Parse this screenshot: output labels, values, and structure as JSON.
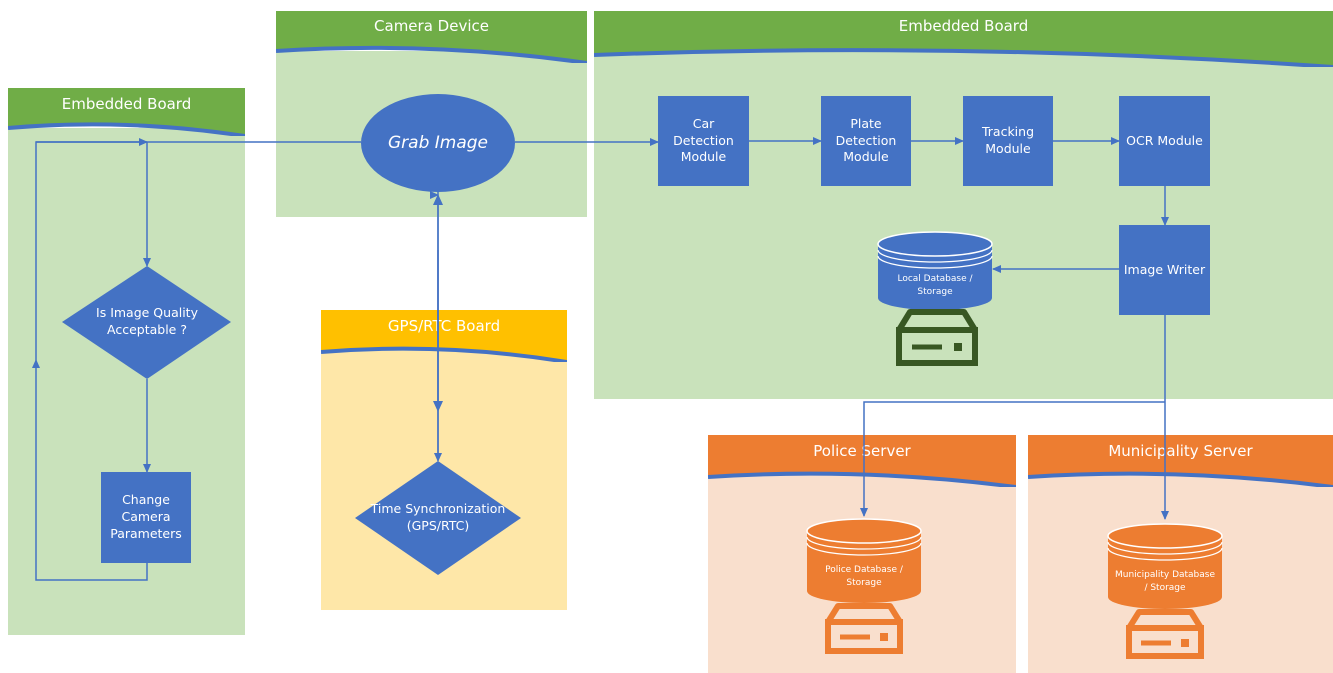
{
  "lanes": {
    "left_board": "Embedded Board",
    "camera": "Camera Device",
    "gps": "GPS/RTC Board",
    "main_board": "Embedded Board",
    "police": "Police Server",
    "municipality": "Municipality Server"
  },
  "nodes": {
    "grab_image": "Grab Image",
    "quality_check": "Is Image Quality Acceptable ?",
    "change_params": "Change Camera Parameters",
    "time_sync": "Time Synchronization (GPS/RTC)",
    "car_detection": "Car Detection Module",
    "plate_detection": "Plate Detection Module",
    "tracking": "Tracking Module",
    "ocr": "OCR Module",
    "image_writer": "Image Writer",
    "local_db": "Local Database / Storage",
    "police_db": "Police Database / Storage",
    "municipality_db": "Municipality Database / Storage"
  },
  "colors": {
    "green_header": "#70ad47",
    "green_body": "#c9e2bb",
    "gold_header": "#ffc000",
    "gold_body": "#fee7a8",
    "orange_header": "#ed7d31",
    "orange_body": "#f9dfcd",
    "blue_shape": "#4472c4",
    "dark_green_icon": "#385723"
  },
  "icons": {
    "local_server": "server-icon",
    "police_server": "server-icon",
    "municipality_server": "server-icon"
  }
}
